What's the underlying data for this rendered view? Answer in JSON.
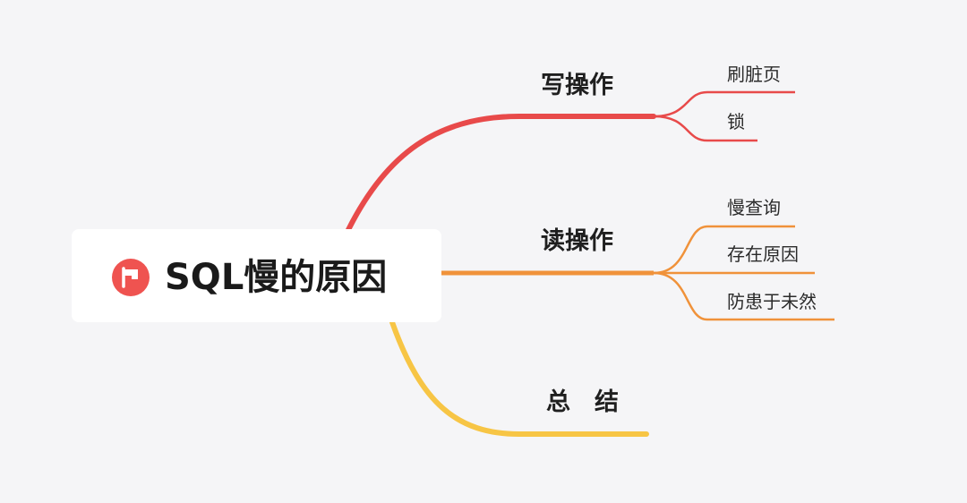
{
  "root": {
    "title": "SQL慢的原因",
    "icon": "flag-icon",
    "icon_color": "#ef5350"
  },
  "branches": [
    {
      "label": "写操作",
      "color": "#e84a4a",
      "leaves": [
        "刷脏页",
        "锁"
      ]
    },
    {
      "label": "读操作",
      "color": "#f0923a",
      "leaves": [
        "慢查询",
        "存在原因",
        "防患于未然"
      ]
    },
    {
      "label": "总　结",
      "color": "#f7c545",
      "leaves": []
    }
  ]
}
